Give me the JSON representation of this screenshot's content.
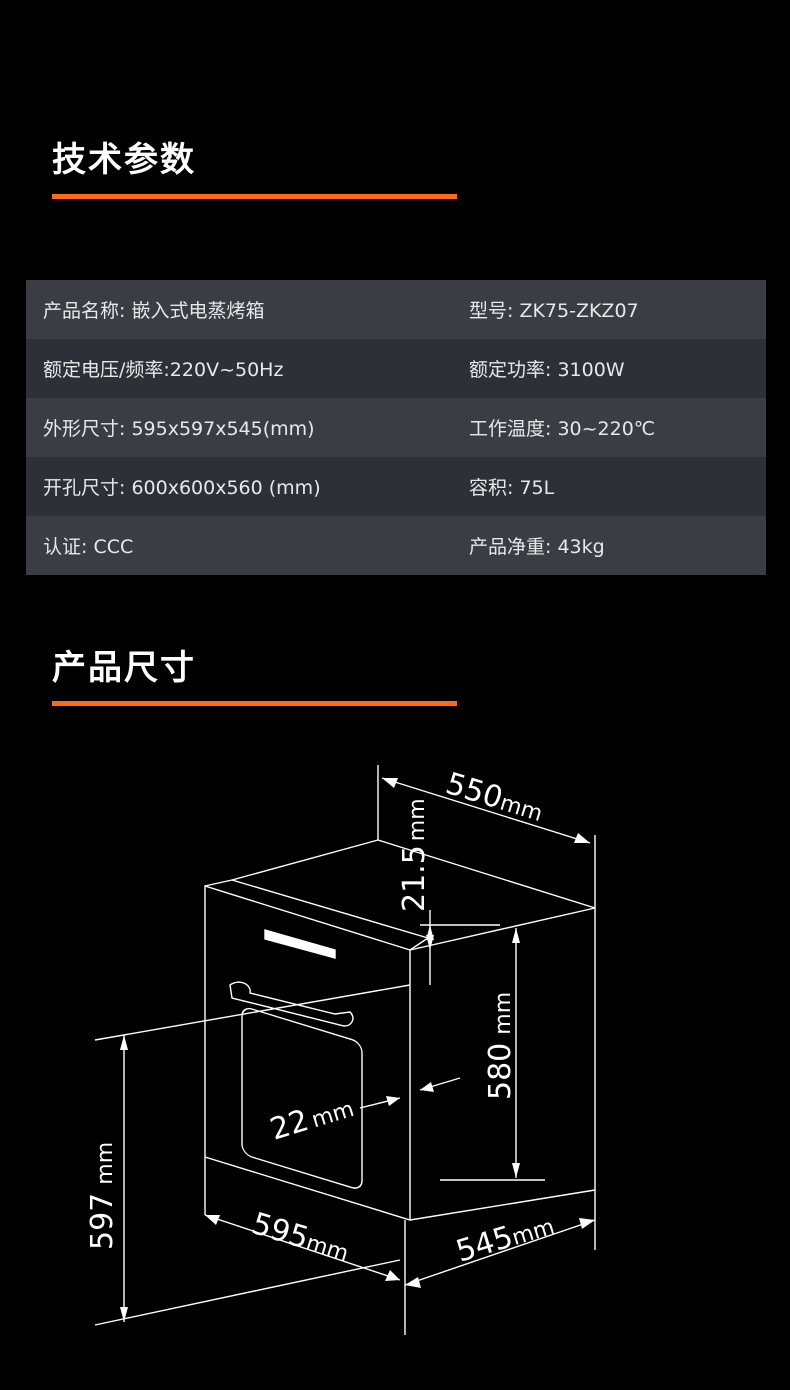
{
  "section1": {
    "title": "技术参数"
  },
  "specs": [
    {
      "left": "产品名称: 嵌入式电蒸烤箱",
      "right": "型号: ZK75-ZKZ07"
    },
    {
      "left": "额定电压/频率:220V~50Hz",
      "right": "额定功率: 3100W"
    },
    {
      "left": "外形尺寸: 595x597x545(mm)",
      "right": "工作温度: 30~220℃"
    },
    {
      "left": "开孔尺寸: 600x600x560 (mm)",
      "right": "容积: 75L"
    },
    {
      "left": "认证: CCC",
      "right": "产品净重: 43kg"
    }
  ],
  "section2": {
    "title": "产品尺寸"
  },
  "dimensions": {
    "top_depth": "550",
    "top_depth_unit": "mm",
    "panel_offset": "21.5",
    "panel_offset_unit": "mm",
    "inner_height": "580",
    "inner_height_unit": "mm",
    "panel_thickness": "22",
    "panel_thickness_unit": "mm",
    "height": "597",
    "height_unit": "mm",
    "width": "595",
    "width_unit": "mm",
    "depth": "545",
    "depth_unit": "mm"
  },
  "colors": {
    "accent": "#ff6a13",
    "row_odd": "#3a3d44",
    "row_even": "#2d3036",
    "background": "#000000"
  }
}
